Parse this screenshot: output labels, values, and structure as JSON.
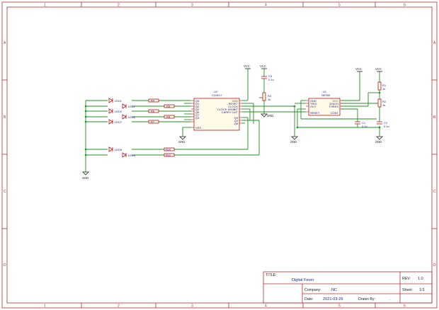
{
  "grid": {
    "columns": [
      "1",
      "2",
      "3",
      "4",
      "5",
      "6"
    ],
    "rows": [
      "A",
      "B",
      "C",
      "D"
    ]
  },
  "title_block": {
    "title_label": "TITLE:",
    "title": "Digital Fever",
    "rev_label": "REV:",
    "rev": "1.0",
    "company_label": "Company:",
    "company": "NC",
    "sheet_label": "Sheet:",
    "sheet": "1/1",
    "date_label": "Date:",
    "date": "2021-03-26",
    "drawn_label": "Drawn By:",
    "drawn": "."
  },
  "power": {
    "vcc": "VCC",
    "gnd": "GND"
  },
  "u2": {
    "ref": "U2",
    "value": "CD4017",
    "left_pins": [
      "Q5",
      "Q1",
      "Q0",
      "Q2",
      "Q6",
      "Q7",
      "Q3",
      "VSS"
    ],
    "right_pins": [
      "VDD",
      "RESET",
      "CLOCK",
      "CLOCK INHIBIT",
      "CARRY OUT",
      "Q9",
      "Q4",
      "Q8"
    ]
  },
  "u1": {
    "ref": "U1",
    "value": "NE555",
    "left_pins": [
      "GND",
      "TRIG",
      "OUT",
      "RESET"
    ],
    "right_pins": [
      "VCC",
      "DISCH",
      "THRES",
      "CONT"
    ]
  },
  "caps": [
    {
      "ref": "C3",
      "value": "0.1u"
    },
    {
      "ref": "C1",
      "value": "0.1u"
    },
    {
      "ref": "C2",
      "value": "0.1u"
    }
  ],
  "resistors": [
    {
      "ref": "R3",
      "value": "1k"
    },
    {
      "ref": "R1",
      "value": "1k"
    },
    {
      "ref": "R2",
      "value": "1k"
    }
  ],
  "led_resistors": [
    "R4",
    "R5",
    "R6",
    "R8",
    "R7",
    "R10",
    "R11"
  ],
  "leds": [
    "LED1",
    "LED2",
    "LED3",
    "LED6",
    "LED7",
    "LED8",
    "LED9"
  ]
}
